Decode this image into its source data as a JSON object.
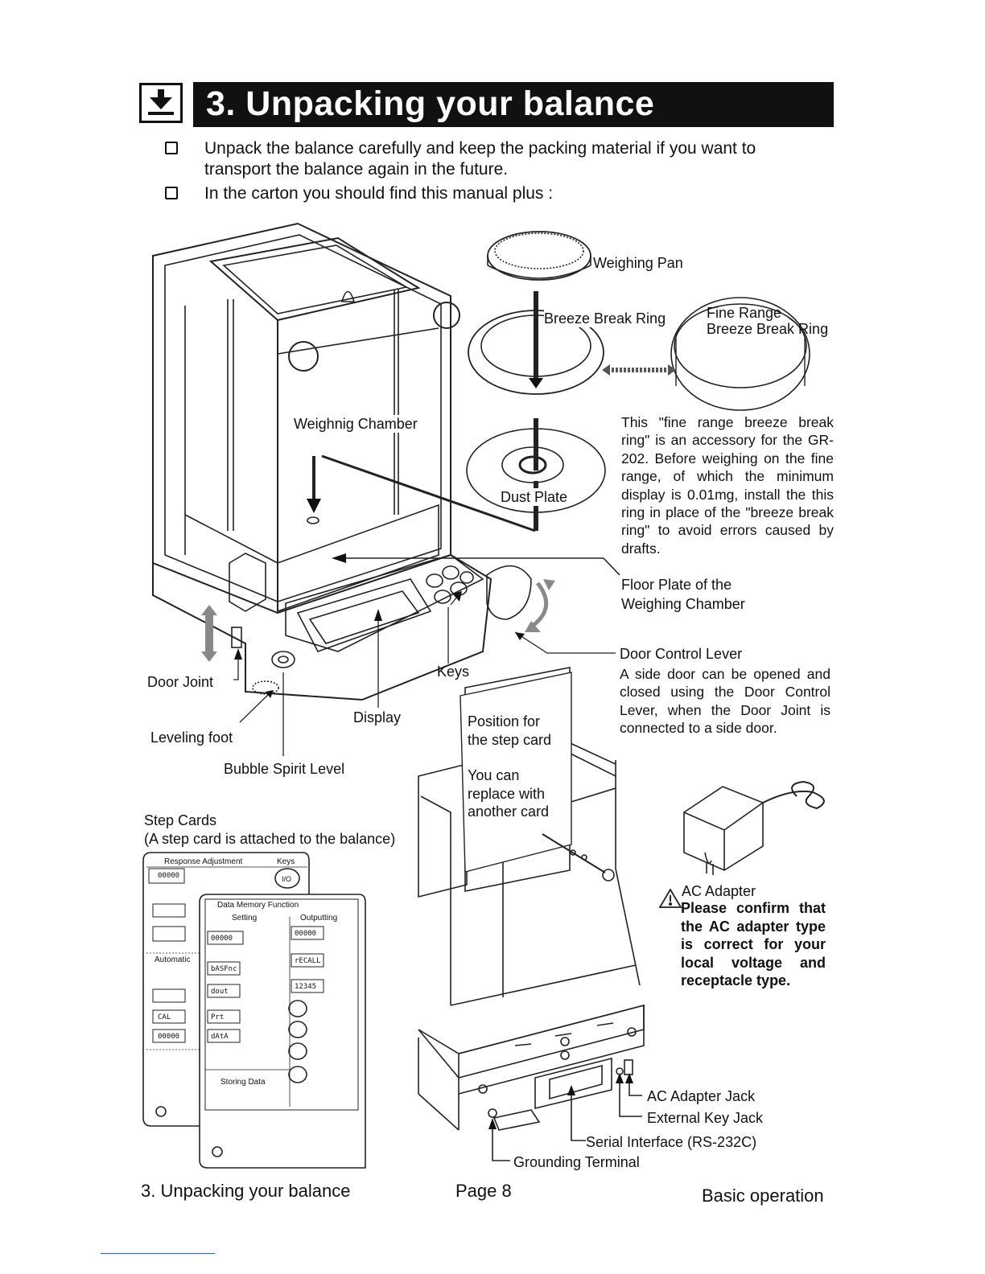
{
  "header": {
    "title": "3. Unpacking your balance"
  },
  "intro": {
    "line1a": "Unpack the balance carefully and keep the packing material if you want to",
    "line1b": "transport the balance again in the future.",
    "line2": "In the carton you should find this manual plus :"
  },
  "labels": {
    "weighing_pan": "Weighing Pan",
    "breeze_break_ring": "Breeze Break Ring",
    "fine_range_1": "Fine Range",
    "fine_range_2": "Breeze Break Ring",
    "weighing_chamber": "Weighnig Chamber",
    "dust_plate": "Dust Plate",
    "floor_plate_1": "Floor Plate of the",
    "floor_plate_2": "Weighing Chamber",
    "door_control_lever": "Door Control Lever",
    "keys": "Keys",
    "door_joint": "Door Joint",
    "display": "Display",
    "leveling_foot": "Leveling foot",
    "bubble_level": "Bubble Spirit Level",
    "step_cards": "Step Cards",
    "step_cards_note": "(A step card is attached to the balance)",
    "step_position_1": "Position for",
    "step_position_2": "the step card",
    "step_replace_1": "You can",
    "step_replace_2": "replace with",
    "step_replace_3": "another card",
    "ac_adapter": "AC Adapter",
    "ac_adapter_jack": "AC Adapter Jack",
    "external_key_jack": "External Key Jack",
    "serial_interface": "Serial Interface (RS-232C)",
    "grounding_terminal": "Grounding Terminal"
  },
  "descriptions": {
    "fine_ring": "This \"fine range breeze break ring\" is an accessory for the GR-202. Before weighing on the fine range, of which the minimum display is 0.01mg, install the this ring in place of the \"breeze break ring\" to avoid errors caused by drafts.",
    "door_lever": "A side door can be opened and closed using the Door Control Lever, when the Door Joint is connected to a side door."
  },
  "warning": "Please confirm that the AC adapter type is correct for your local voltage and receptacle type.",
  "cards": {
    "card1_title": "Response Adjustment",
    "card1_keys": "Keys",
    "card1_key": "I/O",
    "card1_automatic": "Automatic",
    "card2_title": "Data Memory Function",
    "card2_setting": "Setting",
    "card2_outputting": "Outputting",
    "card2_storing": "Storing Data",
    "seg_1": "00000",
    "seg_2": "bASFnc",
    "seg_3": "dout",
    "seg_4": "Prt",
    "seg_5": "dAtA",
    "seg_6": "rECALL",
    "seg_7": "12345",
    "seg_8": "CAL"
  },
  "footer": {
    "left": "3. Unpacking your balance",
    "center": "Page 8",
    "right": "Basic operation"
  }
}
